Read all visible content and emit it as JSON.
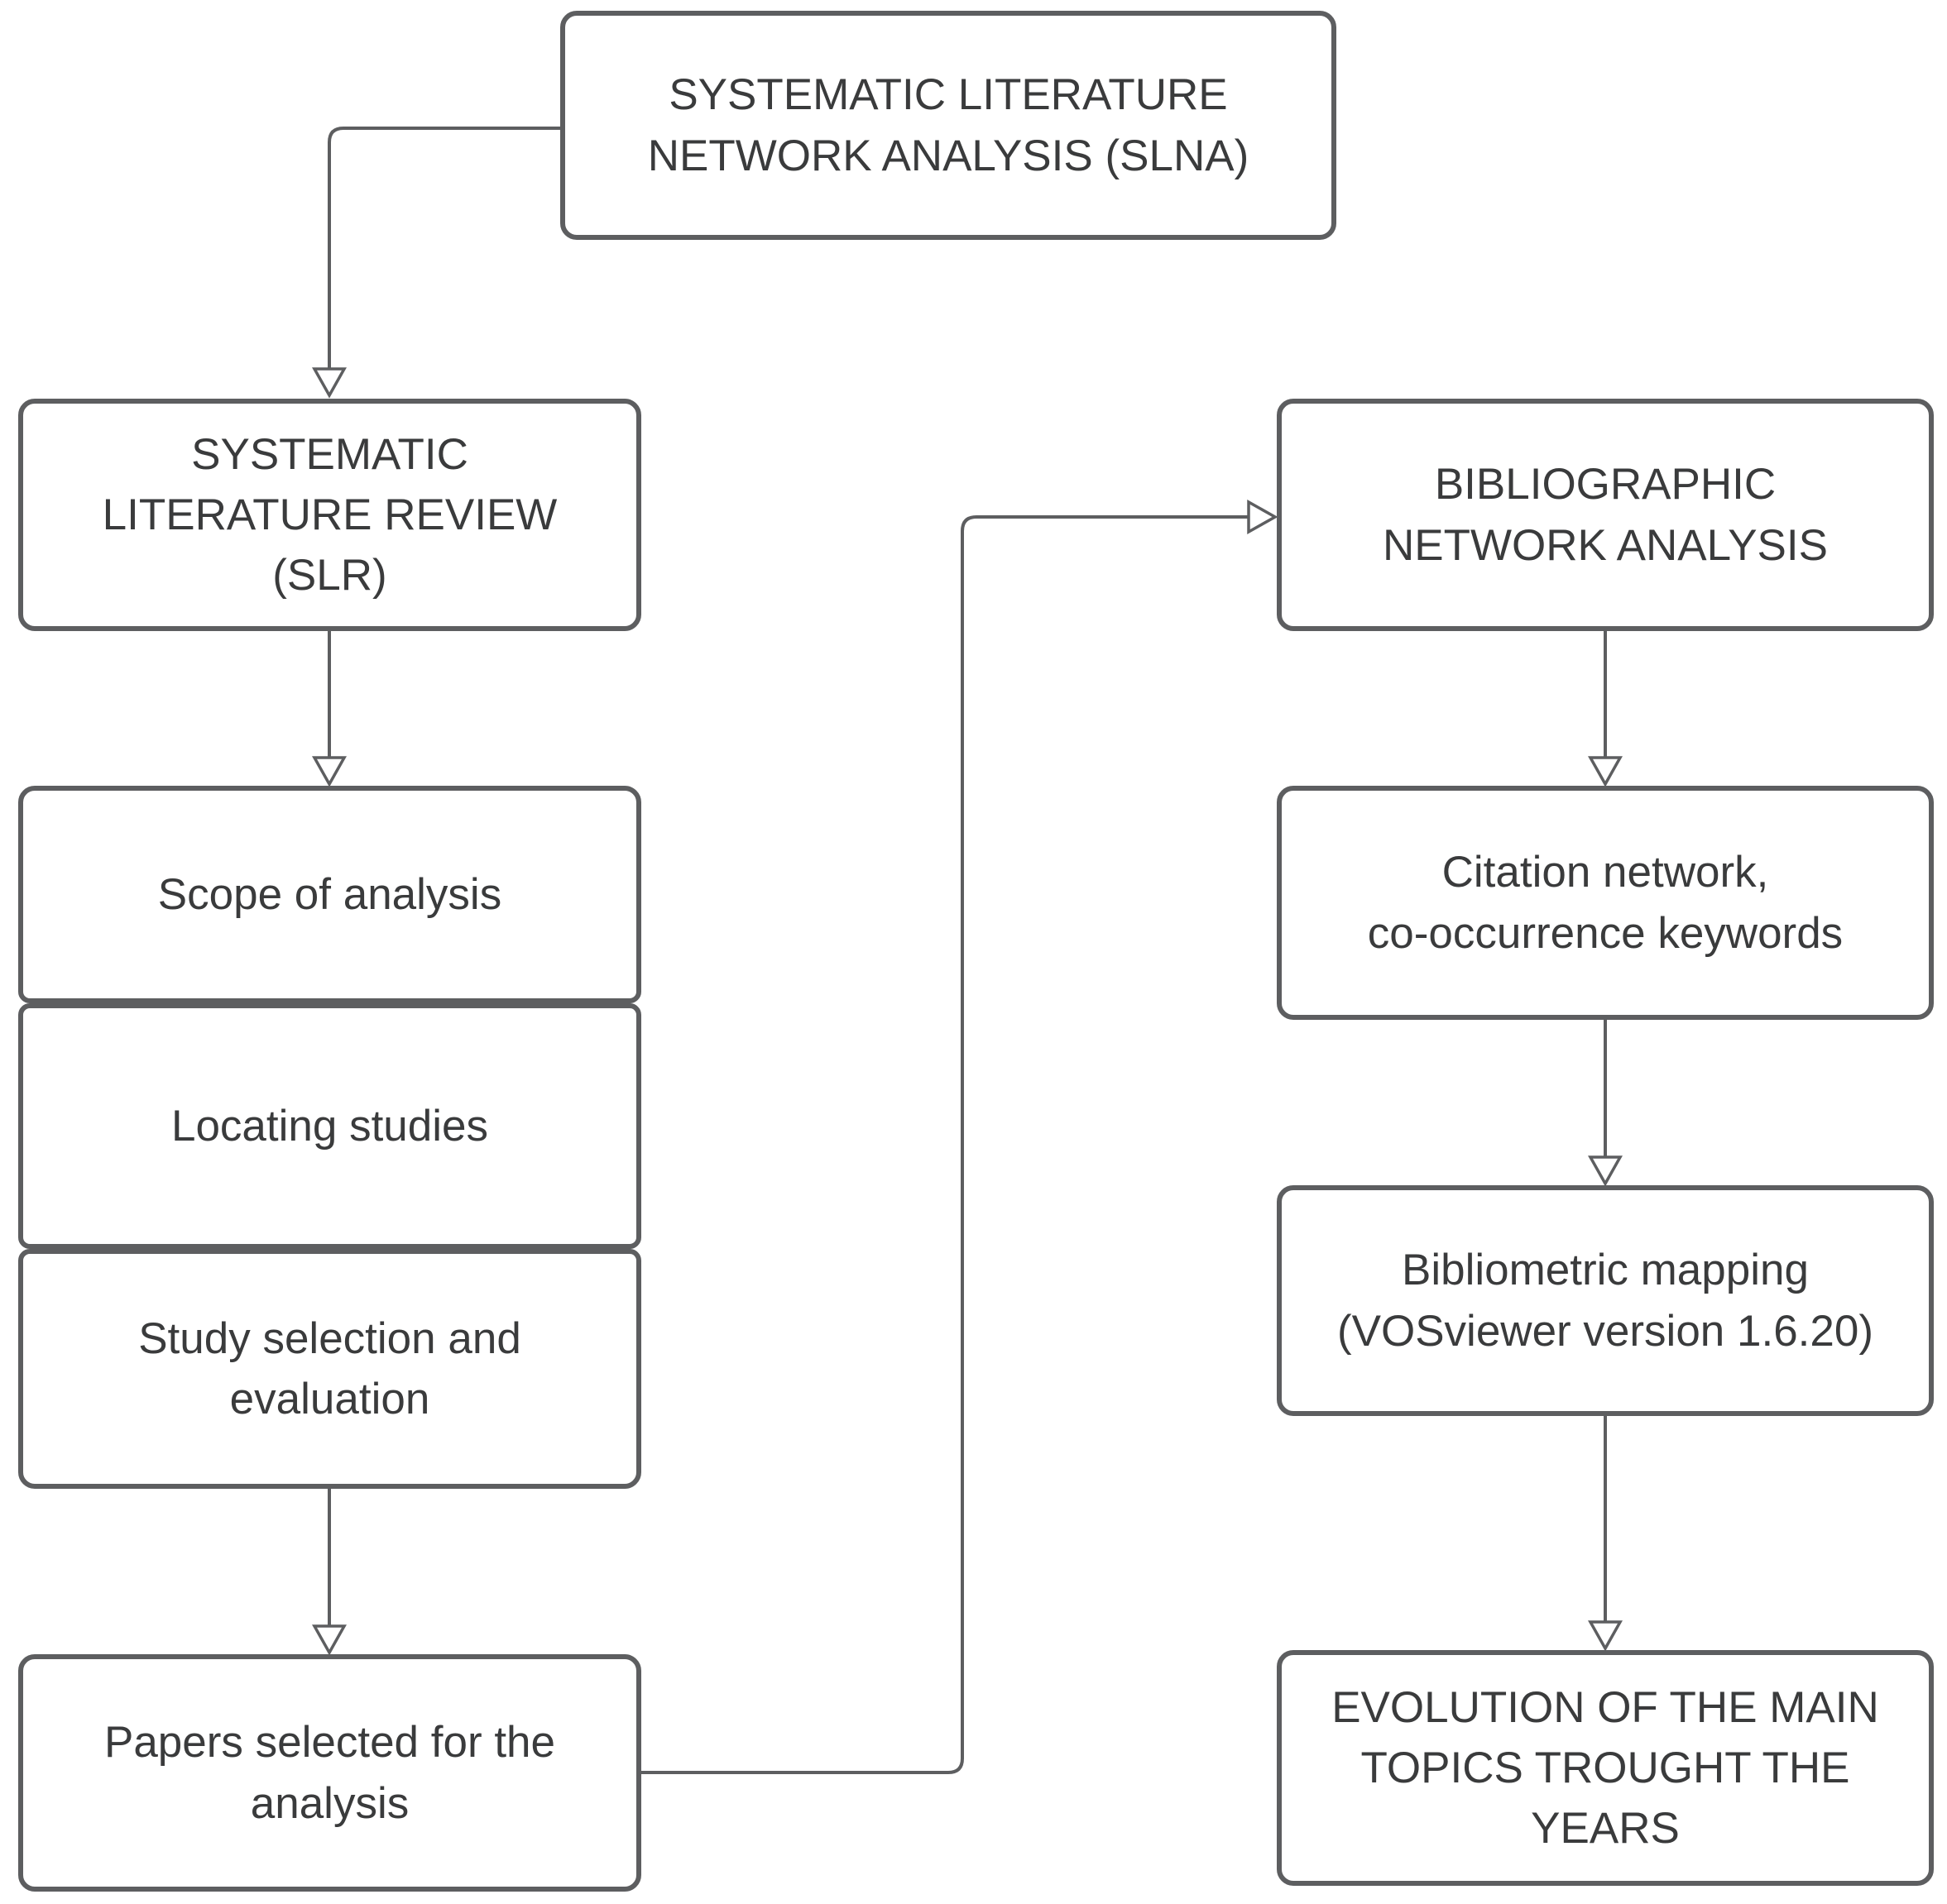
{
  "diagram": {
    "title": "Systematic Literature Network Analysis (SLNA) flowchart",
    "colors": {
      "background": "#ffffff",
      "box_border": "#5d5e60",
      "connector_line": "#5d5e60",
      "text": "#3a3b3c"
    },
    "nodes": {
      "slna": {
        "label": "SYSTEMATIC LITERATURE\nNETWORK ANALYSIS (SLNA)"
      },
      "slr": {
        "label": "SYSTEMATIC\nLITERATURE REVIEW\n(SLR)"
      },
      "scope": {
        "label": "Scope of analysis"
      },
      "locating": {
        "label": "Locating studies"
      },
      "study": {
        "label": "Study selection and\nevaluation"
      },
      "papers": {
        "label": "Papers selected for the\nanalysis"
      },
      "biblio": {
        "label": "BIBLIOGRAPHIC\nNETWORK ANALYSIS"
      },
      "citation": {
        "label": "Citation network,\nco-occurrence keywords"
      },
      "mapping": {
        "label": "Bibliometric mapping\n(VOSviewer version 1.6.20)"
      },
      "evolution": {
        "label": "EVOLUTION OF THE MAIN\nTOPICS TROUGHT THE\nYEARS"
      }
    },
    "edges": [
      {
        "from": "slna",
        "to": "slr",
        "style": "elbow-left-down"
      },
      {
        "from": "slr",
        "to": "scope",
        "style": "straight-down"
      },
      {
        "from": "study",
        "to": "papers",
        "style": "straight-down"
      },
      {
        "from": "papers",
        "to": "biblio",
        "style": "elbow-right-up-right"
      },
      {
        "from": "biblio",
        "to": "citation",
        "style": "straight-down"
      },
      {
        "from": "citation",
        "to": "mapping",
        "style": "straight-down"
      },
      {
        "from": "mapping",
        "to": "evolution",
        "style": "straight-down"
      }
    ]
  }
}
